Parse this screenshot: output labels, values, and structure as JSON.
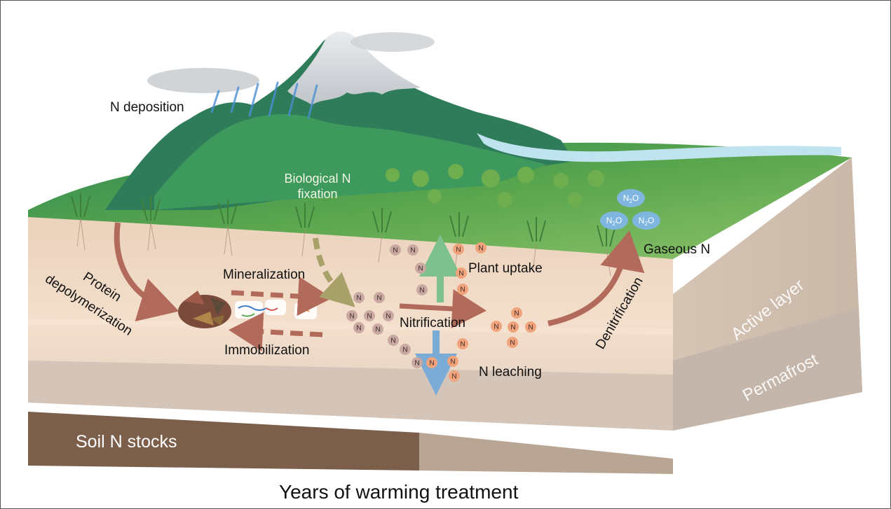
{
  "labels": {
    "n_deposition": "N deposition",
    "biological_n_fixation_line1": "Biological N",
    "biological_n_fixation_line2": "fixation",
    "protein_line1": "Protein",
    "protein_line2": "depolymerization",
    "mineralization": "Mineralization",
    "immobilization": "Immobilization",
    "nitrification": "Nitrification",
    "plant_uptake": "Plant uptake",
    "n_leaching": "N leaching",
    "gaseous_n": "Gaseous N",
    "denitrification": "Denitrification",
    "active_layer": "Active layer",
    "permafrost": "Permafrost",
    "soil_n_stocks": "Soil N stocks",
    "x_axis": "Years of warming treatment"
  },
  "molecules": {
    "ammonium_symbol": "N",
    "nitrous_oxide_main": "N",
    "nitrous_oxide_sub": "2",
    "nitrous_oxide_end": "O"
  },
  "colors": {
    "grass_green": "#4f9a4c",
    "soil_active": "#f0d9c4",
    "soil_permafrost": "#d9cbbf",
    "arrow_brown": "#b26a5a",
    "arrow_green": "#7ec18f",
    "arrow_blue": "#7aaad6",
    "arrow_olive": "#a8a26a",
    "ammonium_dot": "#c9a9a2",
    "nitrate_dot": "#f1a37c",
    "n2o_cloud": "#7fb6e0",
    "stock_dark": "#7b5f4b",
    "stock_light": "#b9a593"
  }
}
